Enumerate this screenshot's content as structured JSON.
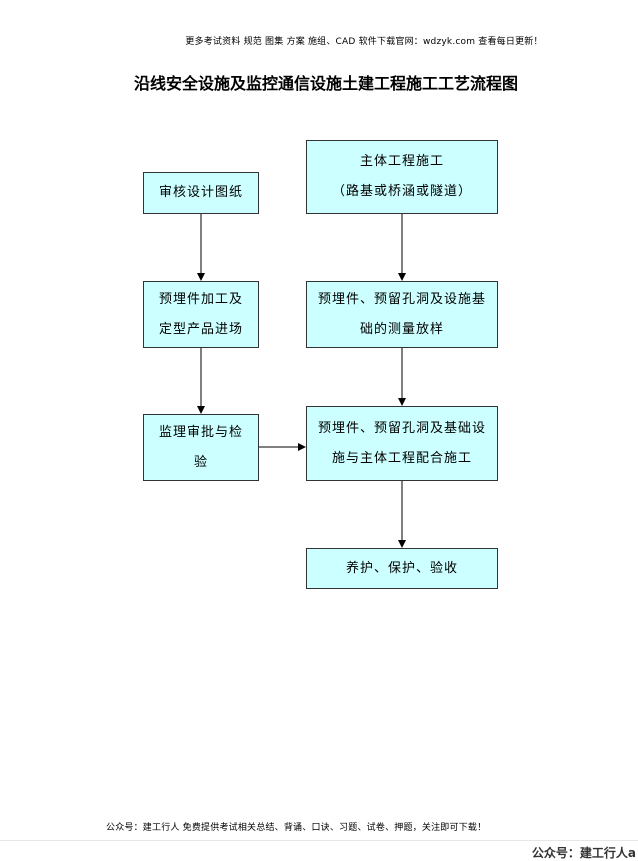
{
  "header": {
    "note": "更多考试资料 规范 图集 方案 施组、CAD 软件下载官网：wdzyk.com 查看每日更新！"
  },
  "title": "沿线安全设施及监控通信设施土建工程施工工艺流程图",
  "nodes": {
    "review": {
      "lines": [
        "审核设计图纸"
      ]
    },
    "main_construction": {
      "lines": [
        "主体工程施工",
        "（路基或桥涵或隧道）"
      ]
    },
    "embedded_processing": {
      "lines": [
        "预埋件加工及",
        "定型产品进场"
      ]
    },
    "survey_layout": {
      "lines": [
        "预埋件、预留孔洞及设施基",
        "础的测量放样"
      ]
    },
    "supervision": {
      "lines": [
        "监理审批与检",
        "验"
      ]
    },
    "coordination": {
      "lines": [
        "预埋件、预留孔洞及基础设",
        "施与主体工程配合施工"
      ]
    },
    "curing": {
      "lines": [
        "养护、保护、验收"
      ]
    }
  },
  "footer": {
    "note": "公众号：建工行人 免费提供考试相关总结、背诵、口诀、习题、试卷、押题，关注即可下载！",
    "watermark": "公众号：建工行人a"
  },
  "colors": {
    "box_fill": "#ccffff",
    "box_border": "#333333",
    "arrow": "#000000"
  }
}
